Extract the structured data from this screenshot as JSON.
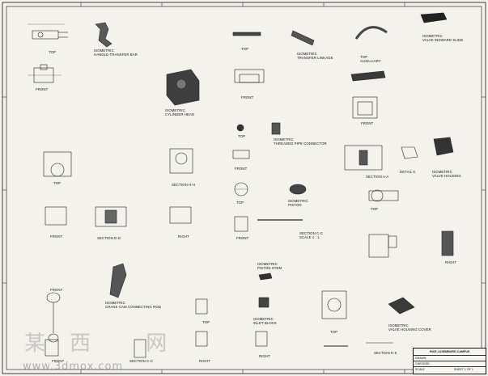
{
  "sheet": {
    "watermark": "某西 网",
    "watermark_url": "www.3dmox.com"
  },
  "views": {
    "top_1": "TOP",
    "iso_handle": "ISOMETRIC\nHANDLE-TRANSFER BAR",
    "front_1": "FRONT",
    "iso_cyl_head": "ISOMETRIC\nCYLINDER HEAD",
    "top_link": "TOP",
    "iso_transfer_linkage": "ISOMETRIC\nTRANSFER LINKAGE",
    "front_link": "FRONT",
    "top_aux": "TOP\nAUXILLIARY",
    "iso_valve_slide": "ISOMETRIC\nVALVE INDWARD SLIDE",
    "front_right": "FRONT",
    "top_pipe": "TOP",
    "iso_threaded_pipe": "ISOMETRIC\nTHREADED PIPE CONNECTOR",
    "front_pipe": "FRONT",
    "section_hh": "SECTION H-H",
    "top_left_big": "TOP",
    "section_aa": "SECTION A-A",
    "detail_k": "DETAIL K",
    "iso_valve_housing": "ISOMETRIC\nVALVE HOUSING",
    "top_piston": "TOP",
    "iso_piston": "ISOMETRIC\nPISTON",
    "front_left_mid": "FRONT",
    "section_dd": "SECTION D-D",
    "right_mid": "RIGHT",
    "front_piston": "FRONT",
    "section_piston_note": "SECTION C-C\nSCALE 1 : 1",
    "top_vh": "TOP",
    "iso_piston_stem": "ISOMETRIC\nPISTON STEM",
    "right_vh": "RIGHT",
    "front_rod": "FRONT",
    "iso_crank": "ISOMETRIC\nCRANK CAM CONNECTING ROD",
    "top_inlet": "TOP",
    "iso_inlet": "ISOMETRIC\nINLET BLOCK",
    "top_cover": "TOP",
    "iso_valve_cover": "ISOMETRIC\nVALVE HOUSING COVER",
    "front_rod2": "FRONT",
    "section_cc": "SECTION C-C",
    "right_inlet": "RIGHT",
    "right_bottom": "RIGHT",
    "section_kk": "SECTION K-K"
  },
  "title_block": {
    "school": "RICE LUXEMBURG CAMPUS",
    "line1": "DRAWN",
    "line2": "CHECKED",
    "line3": "SCALE",
    "line4": "SHEET 1 OF 1"
  }
}
